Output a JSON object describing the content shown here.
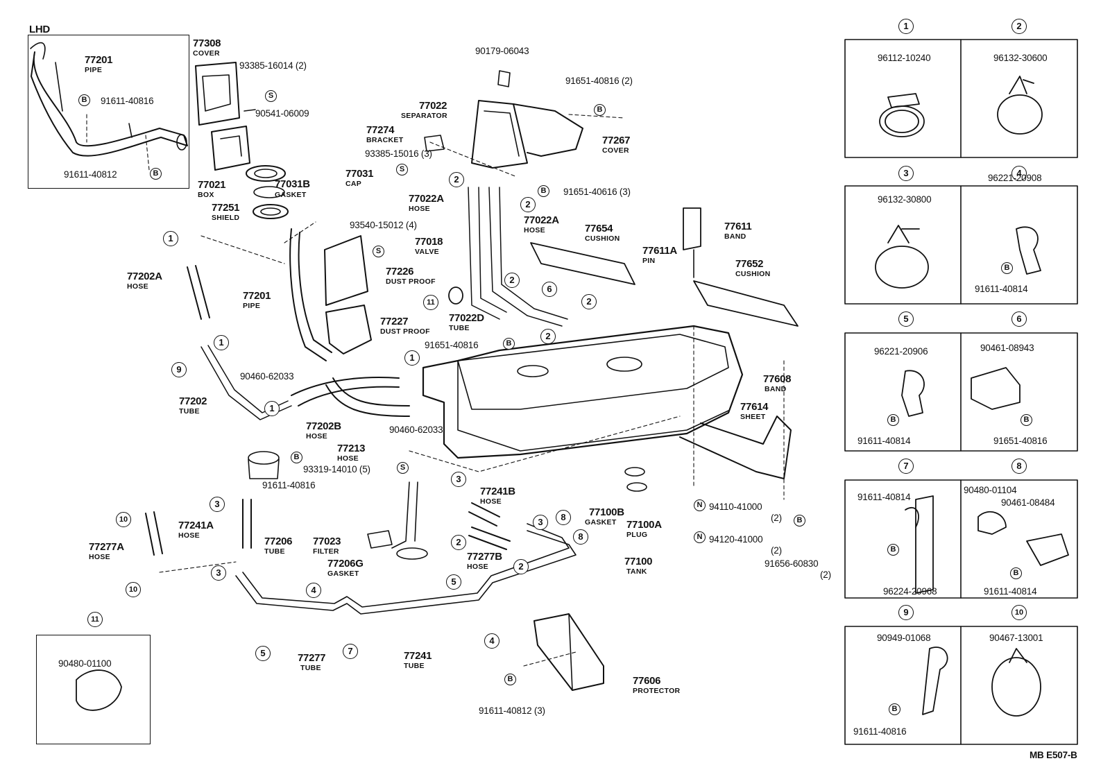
{
  "page_code": "MB  E507-B",
  "lhd_box": {
    "title": "LHD",
    "pipe_no": "77201",
    "pipe_name": "PIPE",
    "bolt_top": "91611-40816",
    "bolt_bottom": "91611-40812"
  },
  "parts": {
    "cover_no": "77308",
    "cover_name": "COVER",
    "box_no": "77021",
    "box_name": "BOX",
    "cap_no": "77031",
    "cap_name": "CAP",
    "gasket_b_no": "77031B",
    "gasket_b_name": "GASKET",
    "shield_no": "77251",
    "shield_name": "SHIELD",
    "screw_a": "93385-16014 (2)",
    "nut_a": "90541-06009",
    "screw_b": "93385-15016 (3)",
    "grommet_top": "90179-06043",
    "separator_no": "77022",
    "separator_name": "SEPARATOR",
    "bracket_no": "77274",
    "bracket_name": "BRACKET",
    "cover2_no": "77267",
    "cover2_name": "COVER",
    "bolt_c": "91651-40816 (2)",
    "bolt_d": "91651-40616 (3)",
    "hose_a_no": "77022A",
    "hose_a_name": "HOSE",
    "hose_a2_no": "77022A",
    "hose_a2_name": "HOSE",
    "valve_no": "77018",
    "valve_name": "VALVE",
    "screw_c": "93540-15012 (4)",
    "dust1_no": "77226",
    "dust1_name": "DUST PROOF",
    "dust2_no": "77227",
    "dust2_name": "DUST PROOF",
    "pipe_no": "77201",
    "pipe_name": "PIPE",
    "hose2a_no": "77202A",
    "hose2a_name": "HOSE",
    "tube_d_no": "77022D",
    "tube_d_name": "TUBE",
    "bolt_e": "91651-40816",
    "cushion_no": "77654",
    "cushion_name": "CUSHION",
    "pin_no": "77611A",
    "pin_name": "PIN",
    "band_no": "77611",
    "band_name": "BAND",
    "cushion2_no": "77652",
    "cushion2_name": "CUSHION",
    "clamp_a": "90460-62033",
    "clamp_b": "90460-62033",
    "tube2_no": "77202",
    "tube2_name": "TUBE",
    "hose2b_no": "77202B",
    "hose2b_name": "HOSE",
    "hose13_no": "77213",
    "hose13_name": "HOSE",
    "screw_d": "93319-14010 (5)",
    "bolt_f": "91611-40816",
    "band2_no": "77608",
    "band2_name": "BAND",
    "sheet_no": "77614",
    "sheet_name": "SHEET",
    "hose241a_no": "77241A",
    "hose241a_name": "HOSE",
    "hose277a_no": "77277A",
    "hose277a_name": "HOSE",
    "tube206_no": "77206",
    "tube206_name": "TUBE",
    "filter_no": "77023",
    "filter_name": "FILTER",
    "gasket206_no": "77206G",
    "gasket206_name": "GASKET",
    "hose241b_no": "77241B",
    "hose241b_name": "HOSE",
    "hose277b_no": "77277B",
    "hose277b_name": "HOSE",
    "gasket100_no": "77100B",
    "gasket100_name": "GASKET",
    "plug_no": "77100A",
    "plug_name": "PLUG",
    "tank_no": "77100",
    "tank_name": "TANK",
    "nut_n1": "94110-41000",
    "nut_n1_qty": "(2)",
    "nut_n2": "94120-41000",
    "nut_n2_qty": "(2)",
    "bolt_g": "91656-60830",
    "bolt_g_qty": "(2)",
    "tube277_no": "77277",
    "tube277_name": "TUBE",
    "tube241_no": "77241",
    "tube241_name": "TUBE",
    "protector_no": "77606",
    "protector_name": "PROTECTOR",
    "bolt_h": "91611-40812 (3)"
  },
  "symbols": {
    "B": "B",
    "S": "S",
    "N": "N"
  },
  "callouts": [
    "1",
    "2",
    "3",
    "4",
    "5",
    "6",
    "7",
    "8",
    "9",
    "10",
    "11"
  ],
  "box11_part": "90480-01100",
  "legend": [
    {
      "num": "1",
      "parts": [
        "96112-10240"
      ]
    },
    {
      "num": "2",
      "parts": [
        "96132-30600"
      ]
    },
    {
      "num": "3",
      "parts": [
        "96132-30800"
      ]
    },
    {
      "num": "4",
      "parts": [
        "96221-20908",
        "91611-40814"
      ]
    },
    {
      "num": "5",
      "parts": [
        "96221-20906",
        "91611-40814"
      ]
    },
    {
      "num": "6",
      "parts": [
        "90461-08943",
        "91651-40816"
      ]
    },
    {
      "num": "7",
      "parts": [
        "91611-40814",
        "96224-20968"
      ]
    },
    {
      "num": "8",
      "parts": [
        "90480-01104",
        "90461-08484",
        "91611-40814"
      ]
    },
    {
      "num": "9",
      "parts": [
        "90949-01068",
        "91611-40816"
      ]
    },
    {
      "num": "10",
      "parts": [
        "90467-13001"
      ]
    }
  ]
}
